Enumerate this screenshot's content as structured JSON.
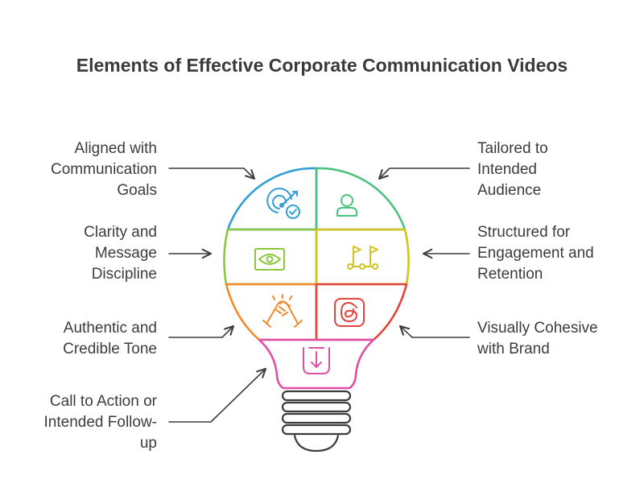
{
  "title": "Elements of Effective Corporate Communication Videos",
  "labels": {
    "goals": "Aligned with\nCommunication\nGoals",
    "audience": "Tailored to\nIntended\nAudience",
    "clarity": "Clarity and\nMessage\nDiscipline",
    "structure": "Structured for\nEngagement and\nRetention",
    "tone": "Authentic and\nCredible Tone",
    "brand": "Visually Cohesive\nwith Brand",
    "cta": "Call to Action or\nIntended Follow-\nup"
  },
  "icons": {
    "goals": "target-check-icon",
    "audience": "person-icon",
    "clarity": "eye-icon",
    "structure": "flags-path-icon",
    "tone": "handshake-icon",
    "brand": "threads-logo-icon",
    "cta": "arrow-into-box-icon"
  },
  "colors": {
    "blue": "#2f9fd6",
    "green": "#4cc27f",
    "lime": "#8cc63f",
    "yellow": "#d4c21f",
    "orange": "#f28a2e",
    "red": "#e2453d",
    "pink": "#e04fa6",
    "base": "#3c3c3c"
  }
}
